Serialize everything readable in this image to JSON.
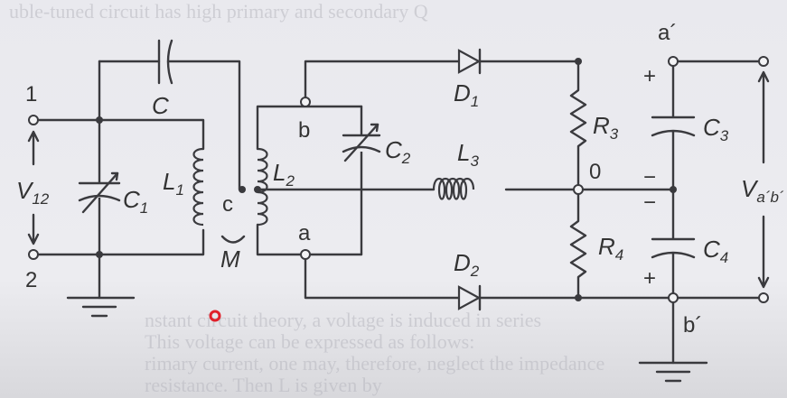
{
  "labels": {
    "t1": "1",
    "t2": "2",
    "v12": "V",
    "v12_sub": "12",
    "c": "C",
    "c1": "C",
    "c1_sub": "1",
    "l1": "L",
    "l1_sub": "1",
    "tap": "c",
    "m": "M",
    "l2": "L",
    "l2_sub": "2",
    "b": "b",
    "a": "a",
    "c2": "C",
    "c2_sub": "2",
    "d1": "D",
    "d1_sub": "1",
    "d2": "D",
    "d2_sub": "2",
    "l3": "L",
    "l3_sub": "3",
    "r3": "R",
    "r3_sub": "3",
    "r4": "R",
    "r4_sub": "4",
    "node0": "0",
    "c3": "C",
    "c3_sub": "3",
    "c4": "C",
    "c4_sub": "4",
    "aprime": "a´",
    "bprime": "b´",
    "vout": "V",
    "vout_sub": "a´b´",
    "plus_top": "+",
    "minus_top": "−",
    "minus_bot": "−",
    "plus_bot": "+"
  },
  "background_text": {
    "line1": "uble-tuned circuit has high primary and secondary Q",
    "line2": "rimary current, one may, therefore, neglect the impedance",
    "line3": "resistance. Then L is given by",
    "line4": "nstant circuit theory, a voltage is induced in series",
    "line5": "This voltage can be expressed as follows:"
  },
  "colors": {
    "ink": "#3a3a3e",
    "marker": "#e0202a"
  }
}
